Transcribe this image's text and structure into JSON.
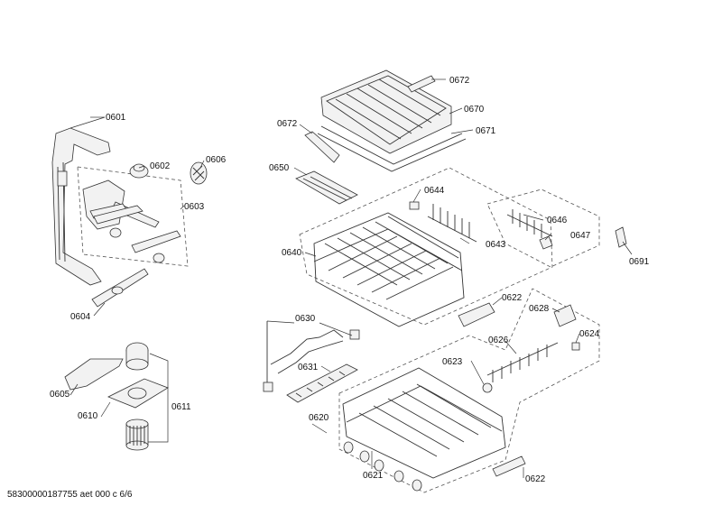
{
  "diagram": {
    "part_numbers": {
      "p0601": "0601",
      "p0602": "0602",
      "p0603": "0603",
      "p0604": "0604",
      "p0605": "0605",
      "p0606": "0606",
      "p0610": "0610",
      "p0611": "0611",
      "p0620": "0620",
      "p0621": "0621",
      "p0622a": "0622",
      "p0622b": "0622",
      "p0623": "0623",
      "p0624": "0624",
      "p0626": "0626",
      "p0628": "0628",
      "p0630": "0630",
      "p0631": "0631",
      "p0640": "0640",
      "p0643": "0643",
      "p0644": "0644",
      "p0646": "0646",
      "p0647": "0647",
      "p0650": "0650",
      "p0670": "0670",
      "p0671": "0671",
      "p0672a": "0672",
      "p0672b": "0672",
      "p0691": "0691"
    }
  },
  "footer": {
    "doc_id": "58300000187755 aet 000 c 6/6"
  }
}
